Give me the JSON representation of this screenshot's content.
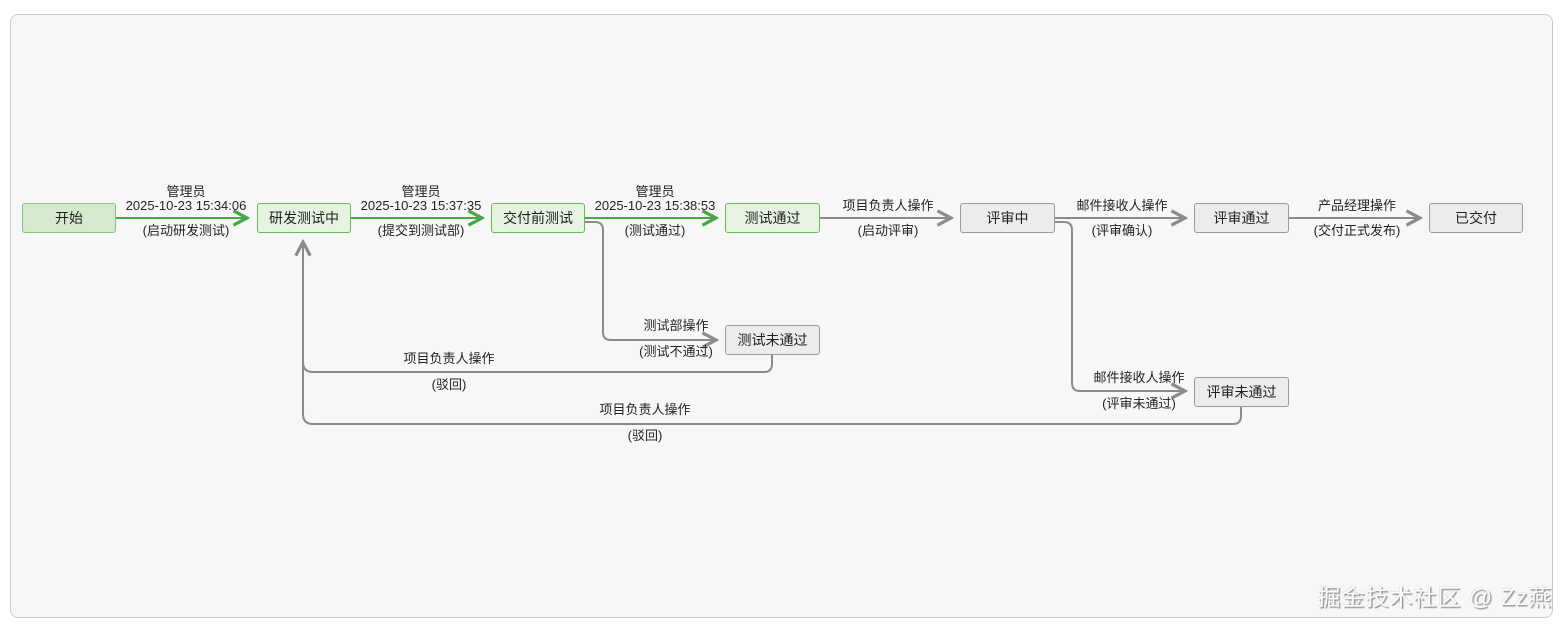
{
  "colors": {
    "canvas_background": "#f7f7f7",
    "canvas_border": "#c9c9c9",
    "green_edge": "#47a747",
    "gray_edge": "#8b8b8b",
    "green_node_fill": "#e6f3e1",
    "green_node_border": "#66bb55",
    "start_node_fill": "#d6ead0",
    "start_node_border": "#8bbf7d",
    "gray_node_fill": "#ececec",
    "gray_node_border": "#9b9b9b"
  },
  "diagram": {
    "nodes": [
      {
        "id": "start",
        "label": "开始",
        "style": "green"
      },
      {
        "id": "dev-testing",
        "label": "研发测试中",
        "style": "green"
      },
      {
        "id": "pre-delivery-testing",
        "label": "交付前测试",
        "style": "green"
      },
      {
        "id": "test-passed",
        "label": "测试通过",
        "style": "green"
      },
      {
        "id": "in-review",
        "label": "评审中",
        "style": "gray"
      },
      {
        "id": "review-passed",
        "label": "评审通过",
        "style": "gray"
      },
      {
        "id": "delivered",
        "label": "已交付",
        "style": "gray"
      },
      {
        "id": "test-failed",
        "label": "测试未通过",
        "style": "gray"
      },
      {
        "id": "review-failed",
        "label": "评审未通过",
        "style": "gray"
      }
    ],
    "edges": [
      {
        "from": "开始",
        "to": "研发测试中",
        "actor": "管理员",
        "timestamp": "2025-10-23 15:34:06",
        "action": "(启动研发测试)",
        "color": "green"
      },
      {
        "from": "研发测试中",
        "to": "交付前测试",
        "actor": "管理员",
        "timestamp": "2025-10-23 15:37:35",
        "action": "(提交到测试部)",
        "color": "green"
      },
      {
        "from": "交付前测试",
        "to": "测试通过",
        "actor": "管理员",
        "timestamp": "2025-10-23 15:38:53",
        "action": "(测试通过)",
        "color": "green"
      },
      {
        "from": "测试通过",
        "to": "评审中",
        "actor": "项目负责人操作",
        "action": "(启动评审)",
        "color": "gray"
      },
      {
        "from": "评审中",
        "to": "评审通过",
        "actor": "邮件接收人操作",
        "action": "(评审确认)",
        "color": "gray"
      },
      {
        "from": "评审通过",
        "to": "已交付",
        "actor": "产品经理操作",
        "action": "(交付正式发布)",
        "color": "gray"
      },
      {
        "from": "交付前测试",
        "to": "测试未通过",
        "actor": "测试部操作",
        "action": "(测试不通过)",
        "color": "gray"
      },
      {
        "from": "测试未通过",
        "to": "研发测试中",
        "actor": "项目负责人操作",
        "action": "(驳回)",
        "color": "gray"
      },
      {
        "from": "评审中",
        "to": "评审未通过",
        "actor": "邮件接收人操作",
        "action": "(评审未通过)",
        "color": "gray"
      },
      {
        "from": "评审未通过",
        "to": "研发测试中",
        "actor": "项目负责人操作",
        "action": "(驳回)",
        "color": "gray"
      }
    ]
  },
  "watermark": {
    "text": "掘金技术社区 @ Zz燕"
  }
}
